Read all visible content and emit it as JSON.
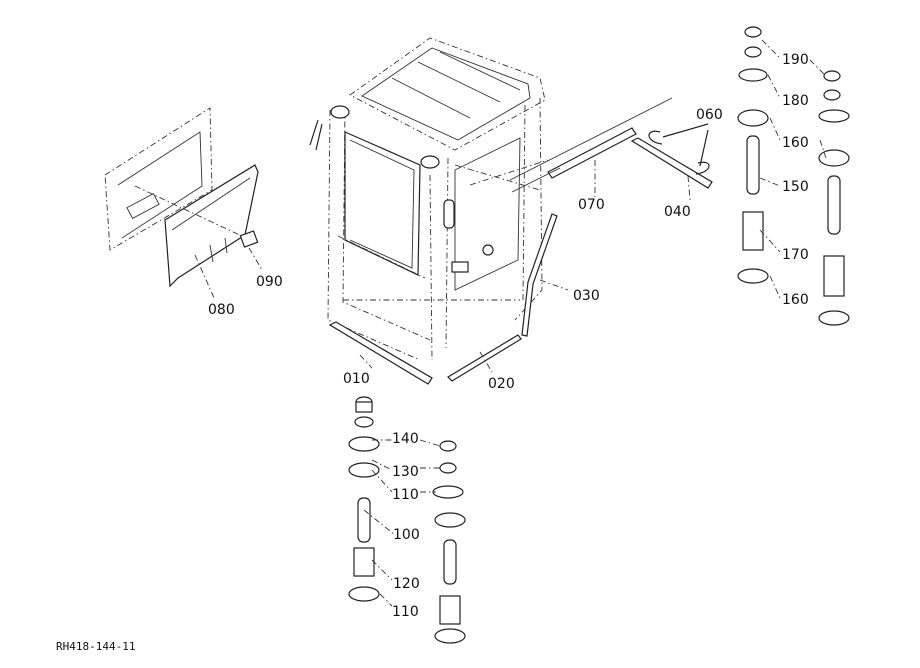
{
  "drawing": {
    "reference": "RH418-144-11",
    "line_color": "#222222",
    "background": "#ffffff"
  },
  "callouts": [
    {
      "id": "c010",
      "text": "010"
    },
    {
      "id": "c020",
      "text": "020"
    },
    {
      "id": "c030",
      "text": "030"
    },
    {
      "id": "c040",
      "text": "040"
    },
    {
      "id": "c060",
      "text": "060"
    },
    {
      "id": "c070",
      "text": "070"
    },
    {
      "id": "c080",
      "text": "080"
    },
    {
      "id": "c090",
      "text": "090"
    },
    {
      "id": "c100",
      "text": "100"
    },
    {
      "id": "c110a",
      "text": "110"
    },
    {
      "id": "c110b",
      "text": "110"
    },
    {
      "id": "c120",
      "text": "120"
    },
    {
      "id": "c130",
      "text": "130"
    },
    {
      "id": "c140",
      "text": "140"
    },
    {
      "id": "c150",
      "text": "150"
    },
    {
      "id": "c160a",
      "text": "160"
    },
    {
      "id": "c160b",
      "text": "160"
    },
    {
      "id": "c170",
      "text": "170"
    },
    {
      "id": "c180",
      "text": "180"
    },
    {
      "id": "c190",
      "text": "190"
    }
  ]
}
